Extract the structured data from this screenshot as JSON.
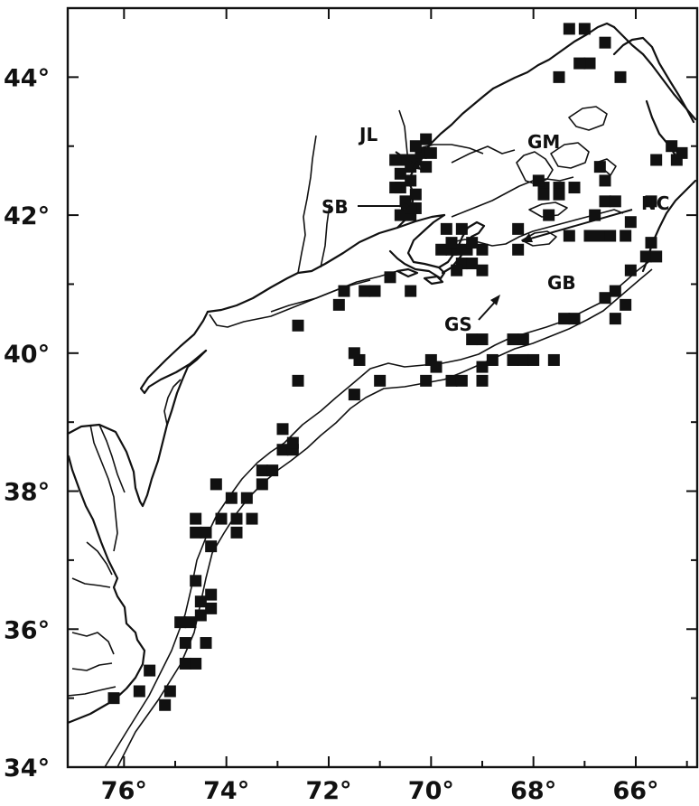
{
  "map": {
    "x_ticks": [
      "76°",
      "74°",
      "72°",
      "70°",
      "68°",
      "66°"
    ],
    "y_ticks": [
      "44°",
      "42°",
      "40°",
      "38°",
      "36°",
      "34°"
    ],
    "regions": [
      {
        "id": "jl",
        "label": "JL"
      },
      {
        "id": "gm",
        "label": "GM"
      },
      {
        "id": "sb",
        "label": "SB"
      },
      {
        "id": "nc",
        "label": "NC"
      },
      {
        "id": "gb",
        "label": "GB"
      },
      {
        "id": "gs",
        "label": "GS"
      }
    ],
    "stations": [
      [
        -76.2,
        35.0
      ],
      [
        -75.7,
        35.1
      ],
      [
        -75.5,
        35.4
      ],
      [
        -75.2,
        34.9
      ],
      [
        -75.1,
        35.1
      ],
      [
        -74.8,
        35.5
      ],
      [
        -74.6,
        35.5
      ],
      [
        -74.8,
        35.8
      ],
      [
        -74.4,
        35.8
      ],
      [
        -74.9,
        36.1
      ],
      [
        -74.7,
        36.1
      ],
      [
        -74.5,
        36.2
      ],
      [
        -74.3,
        36.3
      ],
      [
        -74.5,
        36.4
      ],
      [
        -74.3,
        36.5
      ],
      [
        -74.6,
        36.7
      ],
      [
        -74.6,
        37.4
      ],
      [
        -74.4,
        37.4
      ],
      [
        -74.6,
        37.6
      ],
      [
        -74.3,
        37.2
      ],
      [
        -74.1,
        37.6
      ],
      [
        -73.8,
        37.4
      ],
      [
        -73.8,
        37.6
      ],
      [
        -73.9,
        37.9
      ],
      [
        -73.6,
        37.9
      ],
      [
        -73.5,
        37.6
      ],
      [
        -74.2,
        38.1
      ],
      [
        -73.3,
        38.1
      ],
      [
        -73.3,
        38.3
      ],
      [
        -73.1,
        38.3
      ],
      [
        -72.9,
        38.6
      ],
      [
        -72.7,
        38.6
      ],
      [
        -72.7,
        38.7
      ],
      [
        -72.9,
        38.9
      ],
      [
        -72.6,
        39.6
      ],
      [
        -72.6,
        40.4
      ],
      [
        -71.8,
        40.7
      ],
      [
        -71.7,
        40.9
      ],
      [
        -71.3,
        40.9
      ],
      [
        -71.1,
        40.9
      ],
      [
        -70.8,
        41.1
      ],
      [
        -70.4,
        40.9
      ],
      [
        -71.5,
        39.4
      ],
      [
        -71.0,
        39.6
      ],
      [
        -71.4,
        39.9
      ],
      [
        -71.5,
        40.0
      ],
      [
        -70.1,
        39.6
      ],
      [
        -70.0,
        39.9
      ],
      [
        -69.9,
        39.8
      ],
      [
        -69.6,
        39.6
      ],
      [
        -69.4,
        39.6
      ],
      [
        -69.0,
        39.6
      ],
      [
        -69.0,
        39.8
      ],
      [
        -68.8,
        39.9
      ],
      [
        -68.4,
        39.9
      ],
      [
        -68.2,
        39.9
      ],
      [
        -68.0,
        39.9
      ],
      [
        -67.6,
        39.9
      ],
      [
        -69.2,
        40.2
      ],
      [
        -69.0,
        40.2
      ],
      [
        -68.4,
        40.2
      ],
      [
        -68.2,
        40.2
      ],
      [
        -67.4,
        40.5
      ],
      [
        -67.2,
        40.5
      ],
      [
        -66.6,
        40.8
      ],
      [
        -66.4,
        40.9
      ],
      [
        -66.2,
        40.7
      ],
      [
        -66.4,
        40.5
      ],
      [
        -66.1,
        41.2
      ],
      [
        -65.8,
        41.4
      ],
      [
        -65.6,
        41.4
      ],
      [
        -65.7,
        41.6
      ],
      [
        -66.1,
        41.9
      ],
      [
        -66.7,
        41.7
      ],
      [
        -66.5,
        41.7
      ],
      [
        -66.2,
        41.7
      ],
      [
        -66.9,
        41.7
      ],
      [
        -67.3,
        41.7
      ],
      [
        -66.8,
        42.0
      ],
      [
        -66.6,
        42.2
      ],
      [
        -66.4,
        42.2
      ],
      [
        -66.6,
        42.5
      ],
      [
        -66.7,
        42.7
      ],
      [
        -67.5,
        42.4
      ],
      [
        -67.8,
        42.4
      ],
      [
        -67.9,
        42.5
      ],
      [
        -67.8,
        42.3
      ],
      [
        -67.2,
        42.4
      ],
      [
        -67.5,
        42.3
      ],
      [
        -67.7,
        42.0
      ],
      [
        -68.3,
        41.8
      ],
      [
        -68.3,
        41.5
      ],
      [
        -65.7,
        42.2
      ],
      [
        -65.6,
        42.8
      ],
      [
        -65.2,
        42.8
      ],
      [
        -65.1,
        42.9
      ],
      [
        -65.3,
        43.0
      ],
      [
        -66.3,
        44.0
      ],
      [
        -66.6,
        44.5
      ],
      [
        -66.9,
        44.2
      ],
      [
        -67.1,
        44.2
      ],
      [
        -67.0,
        44.7
      ],
      [
        -67.3,
        44.7
      ],
      [
        -67.5,
        44.0
      ],
      [
        -69.8,
        41.5
      ],
      [
        -69.6,
        41.5
      ],
      [
        -69.7,
        41.8
      ],
      [
        -69.4,
        41.8
      ],
      [
        -69.5,
        41.5
      ],
      [
        -69.3,
        41.5
      ],
      [
        -69.0,
        41.5
      ],
      [
        -69.4,
        41.3
      ],
      [
        -69.2,
        41.3
      ],
      [
        -69.0,
        41.2
      ],
      [
        -69.2,
        41.6
      ],
      [
        -69.6,
        41.6
      ],
      [
        -69.5,
        41.2
      ],
      [
        -70.6,
        42.0
      ],
      [
        -70.4,
        42.0
      ],
      [
        -70.3,
        42.1
      ],
      [
        -70.5,
        42.2
      ],
      [
        -70.3,
        42.3
      ],
      [
        -70.6,
        42.4
      ],
      [
        -70.4,
        42.5
      ],
      [
        -70.7,
        42.4
      ],
      [
        -70.6,
        42.6
      ],
      [
        -70.4,
        42.7
      ],
      [
        -70.3,
        42.8
      ],
      [
        -70.5,
        42.8
      ],
      [
        -70.7,
        42.8
      ],
      [
        -70.2,
        42.9
      ],
      [
        -70.0,
        42.9
      ],
      [
        -70.1,
        43.1
      ],
      [
        -70.1,
        42.7
      ],
      [
        -70.3,
        43.0
      ],
      [
        -70.4,
        42.1
      ]
    ]
  }
}
